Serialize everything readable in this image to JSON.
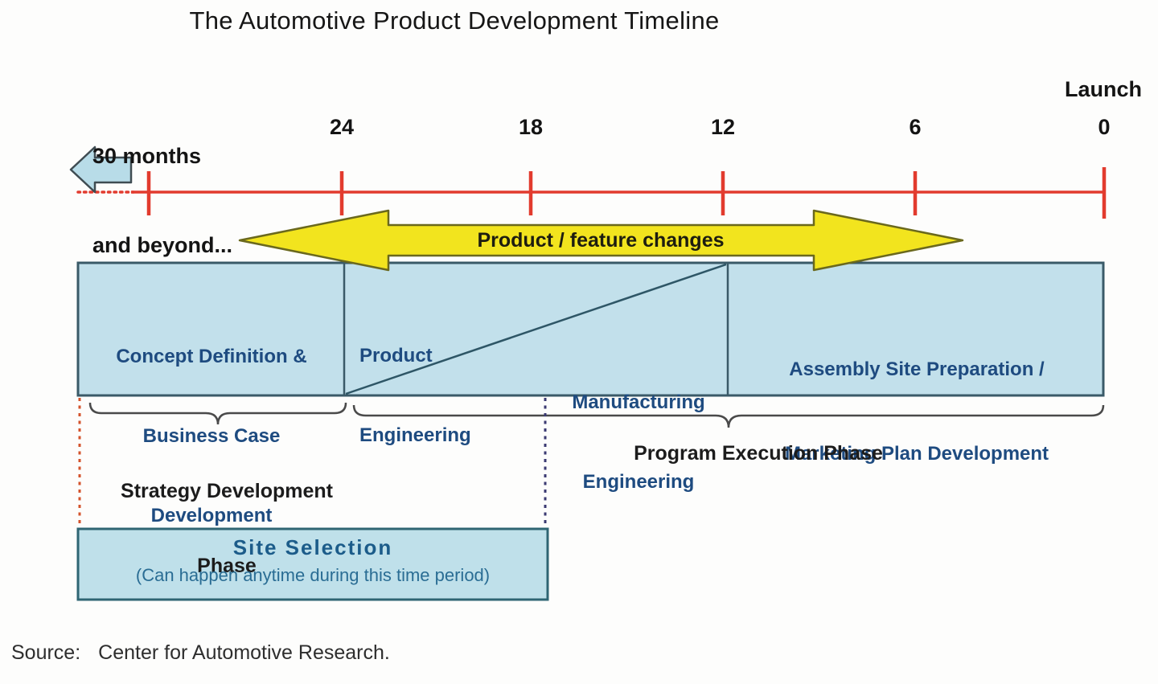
{
  "title": "The Automotive Product Development Timeline",
  "timeline": {
    "left_label_lines": [
      "30 months",
      "and beyond..."
    ],
    "launch_label": "Launch",
    "tick_labels": [
      "24",
      "18",
      "12",
      "6",
      "0"
    ]
  },
  "change_arrow": {
    "label": "Product / feature changes"
  },
  "boxes": {
    "concept": {
      "lines": [
        "Concept Definition &",
        "Business Case",
        "Development"
      ]
    },
    "product_engineering": {
      "lines": [
        "Product",
        "Engineering"
      ]
    },
    "manufacturing_engineering": {
      "lines": [
        "Manufacturing",
        "Engineering"
      ]
    },
    "assembly": {
      "lines": [
        "Assembly Site Preparation /",
        "Marketing Plan Development"
      ]
    }
  },
  "phases": {
    "strategy": {
      "lines": [
        "Strategy Development",
        "Phase"
      ]
    },
    "execution": {
      "label": "Program Execution Phase"
    }
  },
  "site_selection": {
    "title": "Site Selection",
    "subtitle": "(Can happen anytime during this time period)"
  },
  "source": {
    "prefix": "Source:",
    "text": "Center for Automotive Research."
  },
  "colors": {
    "timeline_red": "#e23b2e",
    "arrow_yellow": "#f2e41e",
    "arrow_outline": "#6a681d",
    "box_fill": "#c2e0eb",
    "box_border": "#3a5a68",
    "box_text": "#1e4b80",
    "brace_gray": "#4a4a4a",
    "dotted_left_orange": "#d4532c",
    "dotted_right_navy": "#3b3a72",
    "small_arrow_fill": "#b8dce8"
  }
}
